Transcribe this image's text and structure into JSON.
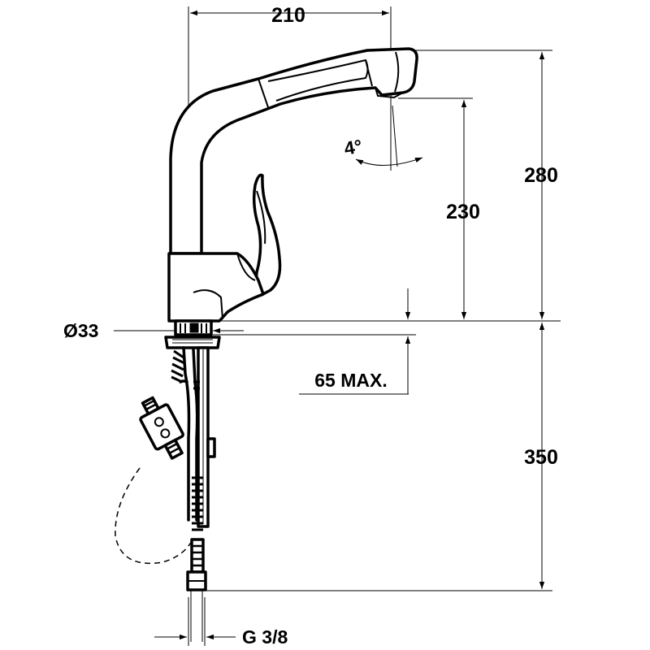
{
  "dimensions": {
    "width_top": "210",
    "height_total": "280",
    "height_spout": "230",
    "height_below": "350",
    "hole_diameter": "Ø33",
    "deck_max": "65 MAX.",
    "connection": "G 3/8",
    "angle": "4°"
  }
}
